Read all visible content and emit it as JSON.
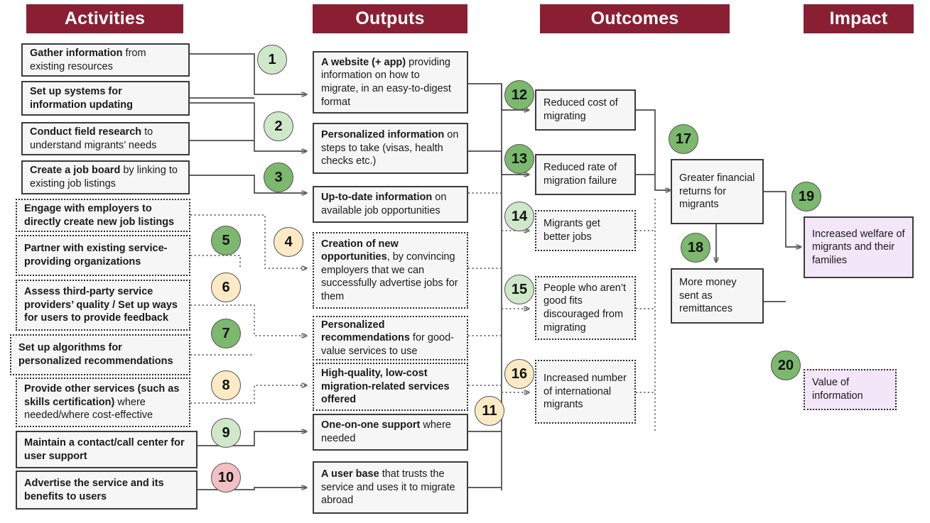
{
  "headers": [
    {
      "label": "Activities"
    },
    {
      "label": "Outputs"
    },
    {
      "label": "Outcomes"
    },
    {
      "label": "Impact"
    }
  ],
  "colors": {
    "header_bar": "#8a1f34",
    "circle_green": "#7cb86d",
    "circle_light_green": "#cfe8c9",
    "circle_cream": "#fbeac4",
    "circle_pink": "#f2bfc3",
    "box_fill": "#f6f6f6",
    "impact_fill": "#f3e6f8",
    "box_border": "#3b3b3b"
  },
  "activities": [
    {
      "bold": "Gather information",
      "rest": " from existing resources",
      "style": "solid"
    },
    {
      "bold": "Set up systems for information updating",
      "rest": "",
      "style": "solid"
    },
    {
      "bold": "Conduct field research",
      "rest": " to understand migrants’ needs",
      "style": "solid"
    },
    {
      "bold": "Create a job board",
      "rest": " by linking to existing job listings",
      "style": "solid"
    },
    {
      "bold": "Engage with employers to directly create new job listings",
      "rest": "",
      "style": "dotted"
    },
    {
      "bold": "Partner with existing service-providing organizations",
      "rest": "",
      "style": "dotted"
    },
    {
      "bold": "Assess third-party service providers’ quality / Set up ways for users to provide feedback",
      "rest": "",
      "style": "dotted"
    },
    {
      "bold": "Set up algorithms for personalized recommendations",
      "rest": "",
      "style": "dotted"
    },
    {
      "bold": "Provide other services (such as skills certification)",
      "rest": " where needed/where cost-effective",
      "style": "dotted"
    },
    {
      "bold": "Maintain a contact/call center for user support",
      "rest": "",
      "style": "solid"
    },
    {
      "bold": "Advertise the service and its benefits to users",
      "rest": "",
      "style": "solid"
    }
  ],
  "outputs": [
    {
      "bold": "A website (+ app)",
      "rest": " providing information on how to migrate, in an easy-to-digest format",
      "style": "solid"
    },
    {
      "bold": "Personalized information",
      "rest": " on steps to take (visas, health checks etc.)",
      "style": "solid"
    },
    {
      "bold": "Up-to-date information",
      "rest": " on available job opportunities",
      "style": "solid"
    },
    {
      "bold": "Creation of new opportunities",
      "rest": ", by convincing employers that we can successfully advertise jobs for them",
      "style": "dotted"
    },
    {
      "bold": "Personalized recommendations",
      "rest": " for good-value services to use",
      "style": "dotted"
    },
    {
      "bold": "High-quality, low-cost migration-related services offered",
      "rest": "",
      "style": "dotted"
    },
    {
      "bold": "One-on-one support",
      "rest": " where needed",
      "style": "solid"
    },
    {
      "bold": "A user base",
      "rest": " that trusts the service and uses it to migrate abroad",
      "style": "solid"
    }
  ],
  "outcomes": [
    {
      "text": "Reduced cost of migrating",
      "style": "solid"
    },
    {
      "text": "Reduced rate of migration failure",
      "style": "solid"
    },
    {
      "text": "Migrants get better jobs",
      "style": "dotted"
    },
    {
      "text": "People who aren’t good fits discouraged from migrating",
      "style": "dotted"
    },
    {
      "text": "Increased number of international migrants",
      "style": "dotted"
    },
    {
      "text": "Greater financial returns for migrants",
      "style": "solid"
    },
    {
      "text": "More money sent as remittances",
      "style": "solid"
    }
  ],
  "impact": [
    {
      "text": "Increased welfare of migrants and their families",
      "style": "solid"
    },
    {
      "text": "Value of information",
      "style": "dotted"
    }
  ],
  "markers": [
    {
      "n": "1",
      "color": "light-green"
    },
    {
      "n": "2",
      "color": "light-green"
    },
    {
      "n": "3",
      "color": "green"
    },
    {
      "n": "4",
      "color": "cream"
    },
    {
      "n": "5",
      "color": "green"
    },
    {
      "n": "6",
      "color": "cream"
    },
    {
      "n": "7",
      "color": "green"
    },
    {
      "n": "8",
      "color": "cream"
    },
    {
      "n": "9",
      "color": "light-green"
    },
    {
      "n": "10",
      "color": "pink"
    },
    {
      "n": "11",
      "color": "cream"
    },
    {
      "n": "12",
      "color": "green"
    },
    {
      "n": "13",
      "color": "green"
    },
    {
      "n": "14",
      "color": "light-green"
    },
    {
      "n": "15",
      "color": "light-green"
    },
    {
      "n": "16",
      "color": "cream"
    },
    {
      "n": "17",
      "color": "green"
    },
    {
      "n": "18",
      "color": "green"
    },
    {
      "n": "19",
      "color": "green"
    },
    {
      "n": "20",
      "color": "green"
    }
  ]
}
